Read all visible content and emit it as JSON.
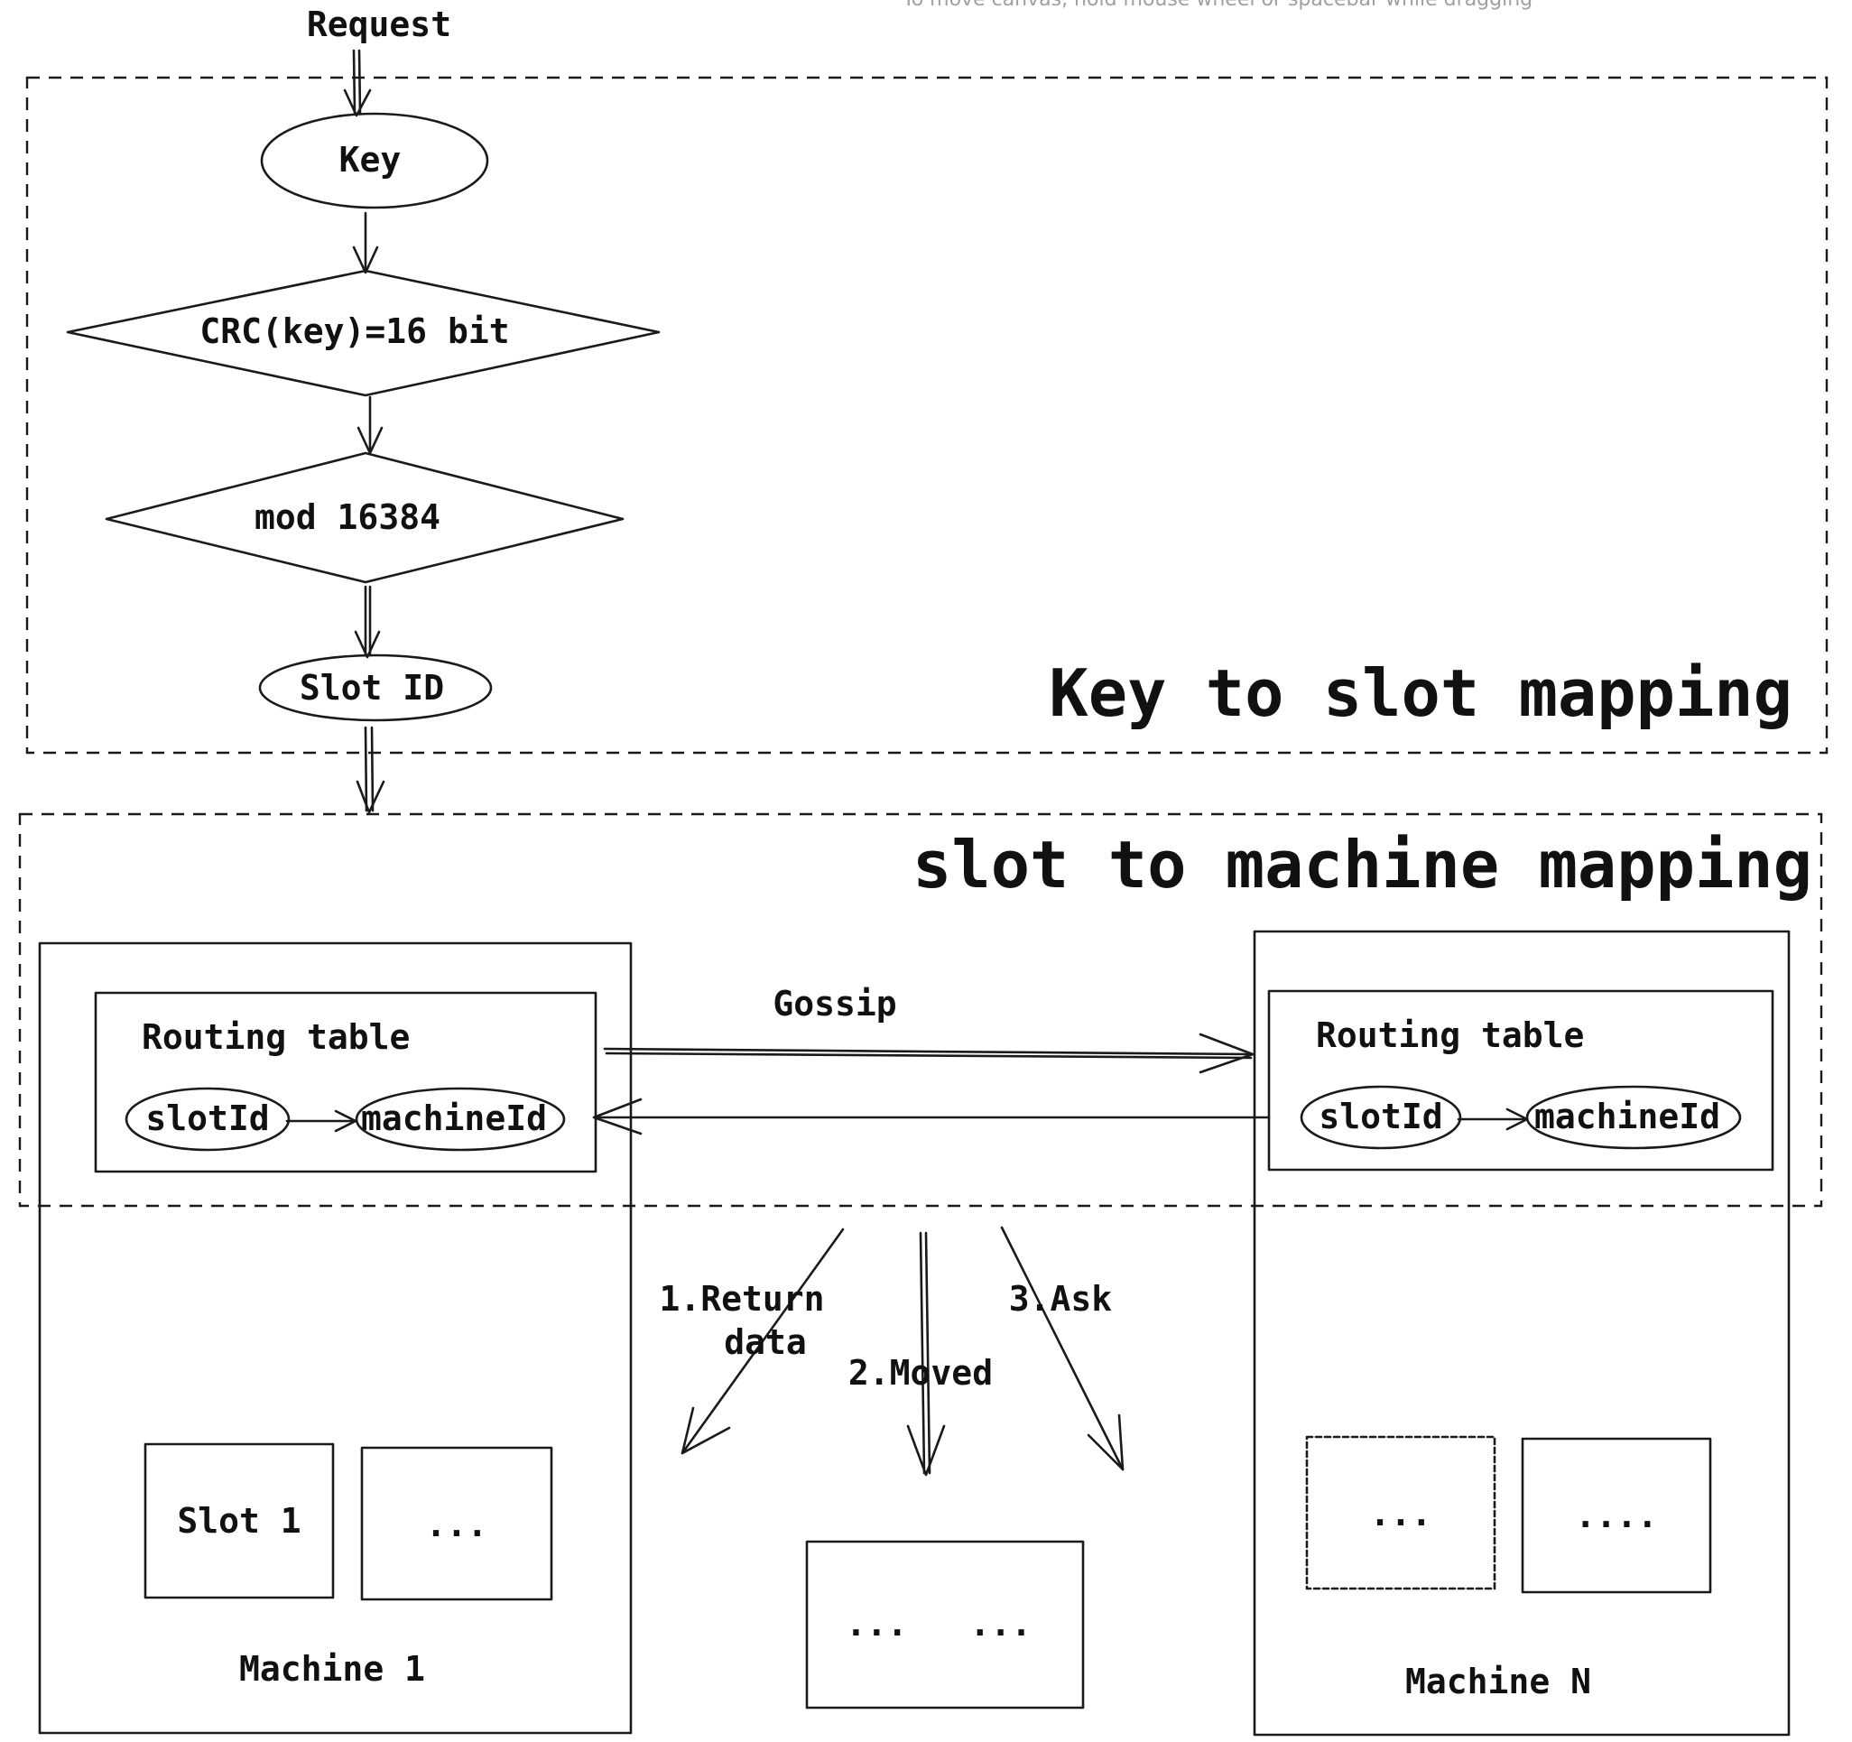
{
  "hint_text": "To move canvas, hold mouse wheel or spacebar while dragging",
  "request_label": "Request",
  "flow": {
    "key_label": "Key",
    "crc_label": "CRC(key)=16 bit",
    "mod_label": "mod 16384",
    "slot_id_label": "Slot ID"
  },
  "regions": {
    "key_to_slot_title": "Key to slot mapping",
    "slot_to_machine_title": "slot to machine mapping"
  },
  "machine_1": {
    "name": "Machine 1",
    "routing_table_title": "Routing table",
    "slot_id_label": "slotId",
    "machine_id_label": "machineId",
    "slots": [
      "Slot 1",
      "..."
    ]
  },
  "machine_n": {
    "name": "Machine N",
    "routing_table_title": "Routing table",
    "slot_id_label": "slotId",
    "machine_id_label": "machineId",
    "slots": [
      "...",
      "...."
    ]
  },
  "middle_box_label": "...   ...",
  "arrows": {
    "gossip_label": "Gossip",
    "return_label_line1": "1.Return",
    "return_label_line2": "data",
    "moved_label": "2.Moved",
    "ask_label": "3.Ask"
  },
  "colors": {
    "yellow_fill": "#f0bd4f",
    "yellow_bg": "#fbedc9",
    "blue_fill": "#6f7fdb",
    "blue_bg": "#d6daf4",
    "green_fill": "#9bc43c",
    "green_bg": "#e3efc6",
    "stroke": "#1a1a1a"
  }
}
